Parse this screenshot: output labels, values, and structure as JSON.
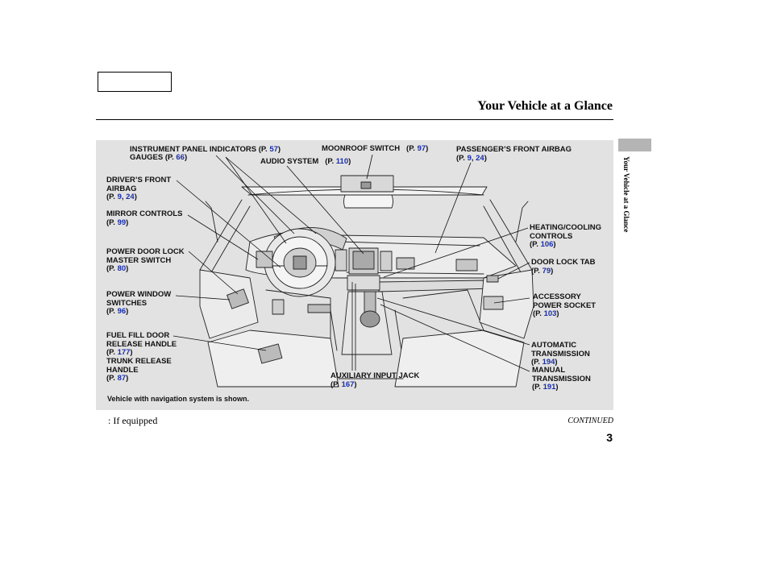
{
  "header": {
    "title": "Your Vehicle at a Glance",
    "side_tab": "Your Vehicle at a Glance"
  },
  "callouts": {
    "instrument_panel": {
      "label": "INSTRUMENT PANEL INDICATORS",
      "pages": "57"
    },
    "gauges": {
      "label": "GAUGES",
      "pages": "66"
    },
    "moonroof": {
      "label": "MOONROOF SWITCH",
      "pages": "97"
    },
    "audio": {
      "label": "AUDIO SYSTEM",
      "pages": "110"
    },
    "passenger_airbag": {
      "label": "PASSENGER’S FRONT AIRBAG",
      "pages": [
        "9",
        "24"
      ]
    },
    "driver_airbag": {
      "label": [
        "DRIVER’S FRONT",
        "AIRBAG"
      ],
      "pages": [
        "9",
        "24"
      ]
    },
    "mirror": {
      "label": "MIRROR CONTROLS",
      "pages": "99"
    },
    "heating": {
      "label": [
        "HEATING/COOLING",
        "CONTROLS"
      ],
      "pages": "106"
    },
    "door_lock_master": {
      "label": [
        "POWER DOOR LOCK",
        "MASTER SWITCH"
      ],
      "pages": "80"
    },
    "door_lock_tab": {
      "label": "DOOR LOCK TAB",
      "pages": "79"
    },
    "power_window": {
      "label": [
        "POWER WINDOW",
        "SWITCHES"
      ],
      "pages": "96"
    },
    "accessory": {
      "label": [
        "ACCESSORY",
        "POWER SOCKET"
      ],
      "pages": "103"
    },
    "fuel_fill": {
      "label": [
        "FUEL FILL DOOR",
        "RELEASE HANDLE"
      ],
      "pages": "177"
    },
    "auto_trans": {
      "label": [
        "AUTOMATIC",
        "TRANSMISSION"
      ],
      "pages": "194"
    },
    "trunk": {
      "label": [
        "TRUNK RELEASE",
        "HANDLE"
      ],
      "pages": "87"
    },
    "aux_jack": {
      "label": "AUXILIARY INPUT JACK",
      "pages": "167"
    },
    "manual_trans": {
      "label": [
        "MANUAL",
        "TRANSMISSION"
      ],
      "pages": "191"
    }
  },
  "p_prefix": "(P.",
  "nav_note": "Vehicle with navigation system is shown.",
  "footnote": ": If equipped",
  "continued": "CONTINUED",
  "page_number": "3"
}
